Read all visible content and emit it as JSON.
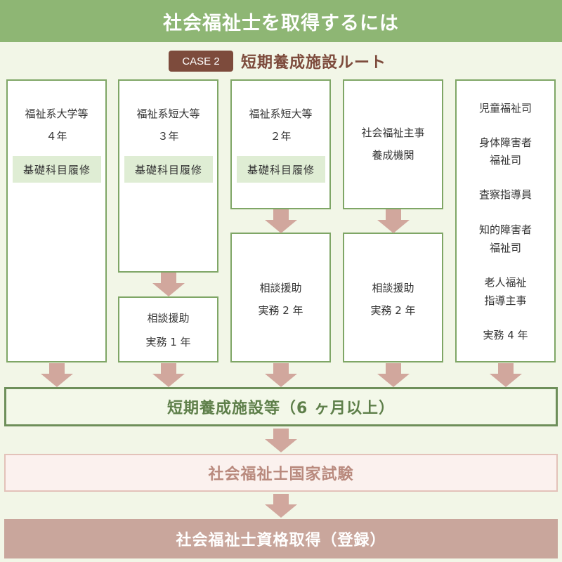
{
  "header": {
    "title": "社会福祉士を取得するには"
  },
  "case": {
    "badge": "CASE 2",
    "title": "短期養成施設ルート"
  },
  "routes": {
    "col1": {
      "lines": [
        "福祉系大学等",
        "４年"
      ],
      "tag": "基礎科目履修"
    },
    "col2": {
      "lines": [
        "福祉系短大等",
        "３年"
      ],
      "tag": "基礎科目履修",
      "practice": [
        "相談援助",
        "実務 1 年"
      ]
    },
    "col3": {
      "lines": [
        "福祉系短大等",
        "２年"
      ],
      "tag": "基礎科目履修",
      "practice": [
        "相談援助",
        "実務 2 年"
      ]
    },
    "col4": {
      "lines": [
        "社会福祉主事",
        "養成機関"
      ],
      "practice": [
        "相談援助",
        "実務 2 年"
      ]
    },
    "col5": {
      "lines": [
        "児童福祉司",
        "身体障害者",
        "福祉司",
        "査察指導員",
        "知的障害者",
        "福祉司",
        "老人福祉",
        "指導主事",
        "実務 4 年"
      ]
    }
  },
  "steps": {
    "facility": "短期養成施設等（6 ヶ月以上）",
    "exam": "社会福祉士国家試験",
    "registration": "社会福祉士資格取得（登録）"
  },
  "colors": {
    "header_green": "#8eb674",
    "box_border": "#7fa666",
    "tag_fill": "#dfedd4",
    "arrow": "#d1a79d",
    "badge_brown": "#7d4b3c",
    "exam_text": "#b98a7e",
    "final_bar": "#c9a69c",
    "background": "#f2f6e7"
  }
}
